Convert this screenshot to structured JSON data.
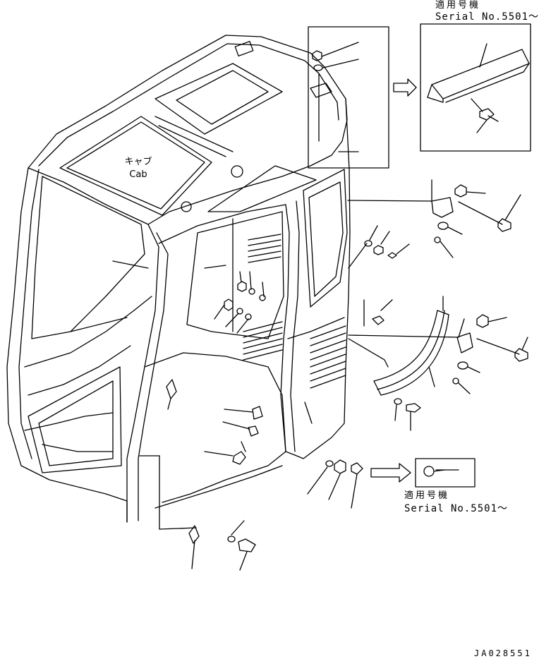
{
  "diagram": {
    "serial_note_top": {
      "jp": "適用号機",
      "serial": "Serial No.5501～"
    },
    "serial_note_bottom": {
      "jp": "適用号機",
      "serial": "Serial No.5501～"
    },
    "cab_label": {
      "jp": "キャブ",
      "en": "Cab"
    },
    "drawing_code": "JA028551",
    "colors": {
      "line": "#000000",
      "background": "#ffffff"
    }
  }
}
